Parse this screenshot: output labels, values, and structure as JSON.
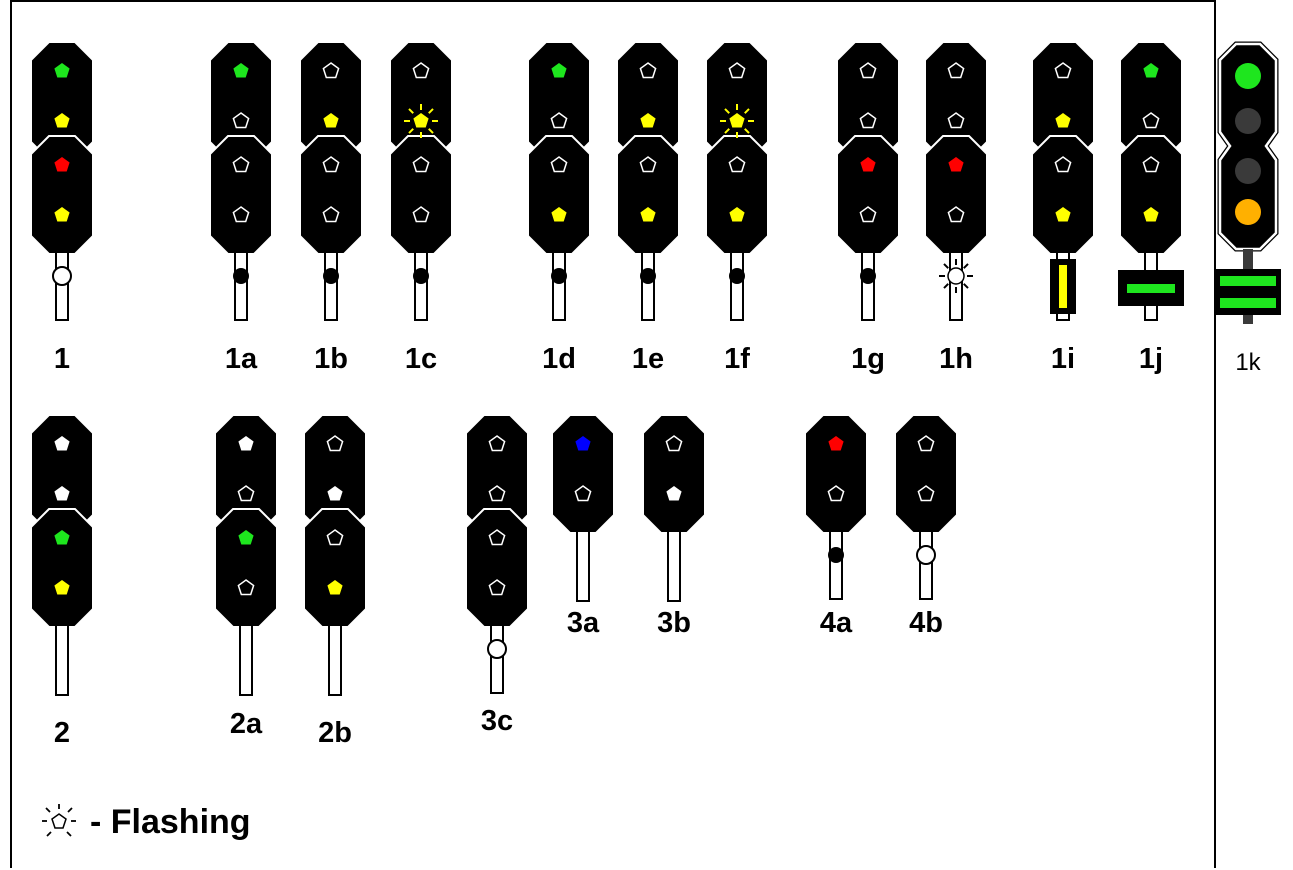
{
  "colors": {
    "green": "#1ee61e",
    "yellow": "#ffff00",
    "red": "#ff0000",
    "blue": "#0000ff",
    "white": "#ffffff",
    "off": "#000000",
    "dark": "#3a3a3a",
    "amber": "#ffb000",
    "body": "#000000"
  },
  "legend": {
    "icon": "flashing-light-icon",
    "text": "- Flashing"
  },
  "signals": [
    {
      "label": "1",
      "heads": [
        [
          "green",
          "yellow"
        ],
        [
          "red",
          "yellow"
        ]
      ],
      "post": {
        "type": "marker",
        "state": "white"
      }
    },
    {
      "label": "1a",
      "heads": [
        [
          "green",
          "off"
        ],
        [
          "off",
          "off"
        ]
      ],
      "post": {
        "type": "marker",
        "state": "black"
      }
    },
    {
      "label": "1b",
      "heads": [
        [
          "off",
          "yellow"
        ],
        [
          "off",
          "off"
        ]
      ],
      "post": {
        "type": "marker",
        "state": "black"
      }
    },
    {
      "label": "1c",
      "heads": [
        [
          "off",
          "yellow-flash"
        ],
        [
          "off",
          "off"
        ]
      ],
      "post": {
        "type": "marker",
        "state": "black"
      }
    },
    {
      "label": "1d",
      "heads": [
        [
          "green",
          "off"
        ],
        [
          "off",
          "yellow"
        ]
      ],
      "post": {
        "type": "marker",
        "state": "black"
      }
    },
    {
      "label": "1e",
      "heads": [
        [
          "off",
          "yellow"
        ],
        [
          "off",
          "yellow"
        ]
      ],
      "post": {
        "type": "marker",
        "state": "black"
      }
    },
    {
      "label": "1f",
      "heads": [
        [
          "off",
          "yellow-flash"
        ],
        [
          "off",
          "yellow"
        ]
      ],
      "post": {
        "type": "marker",
        "state": "black"
      }
    },
    {
      "label": "1g",
      "heads": [
        [
          "off",
          "off"
        ],
        [
          "red",
          "off"
        ]
      ],
      "post": {
        "type": "marker",
        "state": "black"
      }
    },
    {
      "label": "1h",
      "heads": [
        [
          "off",
          "off"
        ],
        [
          "red",
          "off"
        ]
      ],
      "post": {
        "type": "marker",
        "state": "white-flash"
      }
    },
    {
      "label": "1i",
      "heads": [
        [
          "off",
          "yellow"
        ],
        [
          "off",
          "yellow"
        ]
      ],
      "post": {
        "type": "bar",
        "state": "vertical-yellow"
      }
    },
    {
      "label": "1j",
      "heads": [
        [
          "green",
          "off"
        ],
        [
          "off",
          "yellow"
        ]
      ],
      "post": {
        "type": "bar",
        "state": "horizontal-green"
      }
    },
    {
      "label": "1k",
      "heads": [
        [
          "green",
          "dark"
        ],
        [
          "dark",
          "amber"
        ]
      ],
      "post": {
        "type": "bar",
        "state": "double-green"
      }
    },
    {
      "label": "2",
      "heads": [
        [
          "white",
          "white"
        ],
        [
          "green",
          "yellow"
        ]
      ],
      "post": {
        "type": "plain"
      }
    },
    {
      "label": "2a",
      "heads": [
        [
          "white",
          "off"
        ],
        [
          "green",
          "off"
        ]
      ],
      "post": {
        "type": "plain"
      }
    },
    {
      "label": "2b",
      "heads": [
        [
          "off",
          "white"
        ],
        [
          "off",
          "yellow"
        ]
      ],
      "post": {
        "type": "plain"
      }
    },
    {
      "label": "3c",
      "heads": [
        [
          "off",
          "off"
        ],
        [
          "off",
          "off"
        ]
      ],
      "post": {
        "type": "marker",
        "state": "white"
      }
    },
    {
      "label": "3a",
      "heads": [
        [
          "blue",
          "off"
        ]
      ],
      "post": {
        "type": "plain"
      }
    },
    {
      "label": "3b",
      "heads": [
        [
          "off",
          "white"
        ]
      ],
      "post": {
        "type": "plain"
      }
    },
    {
      "label": "4a",
      "heads": [
        [
          "red",
          "off"
        ]
      ],
      "post": {
        "type": "marker",
        "state": "black"
      }
    },
    {
      "label": "4b",
      "heads": [
        [
          "off",
          "off"
        ]
      ],
      "post": {
        "type": "marker",
        "state": "white"
      }
    }
  ]
}
